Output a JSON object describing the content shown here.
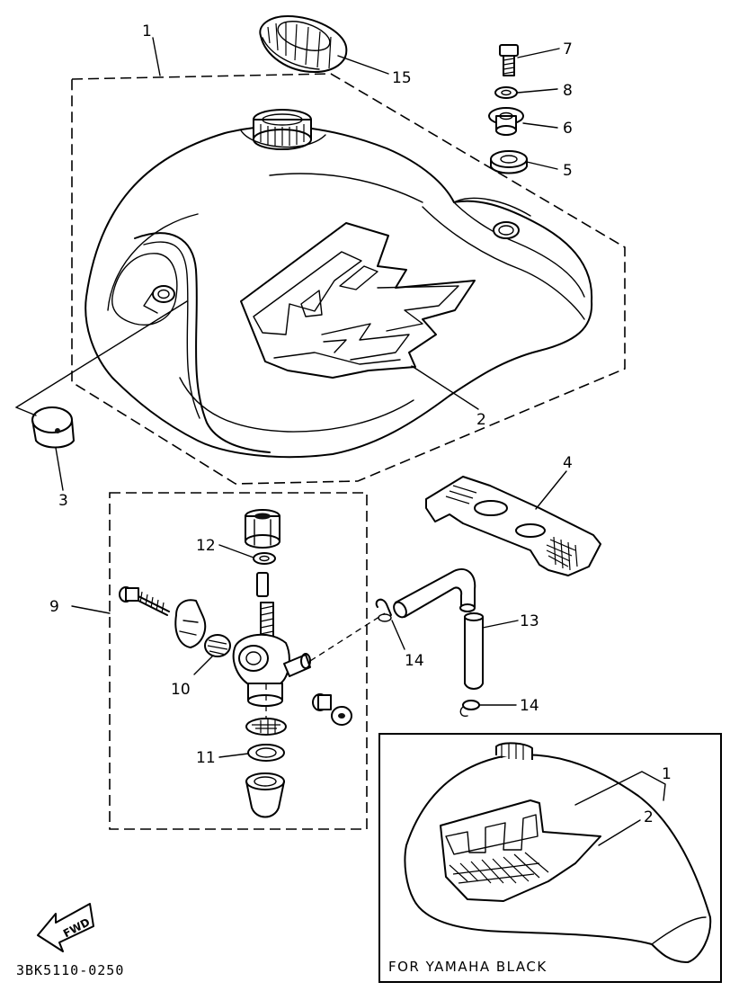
{
  "parts": {
    "p1": "1",
    "p2": "2",
    "p3": "3",
    "p4": "4",
    "p5": "5",
    "p6": "6",
    "p7": "7",
    "p8": "8",
    "p9": "9",
    "p10": "10",
    "p11": "11",
    "p12": "12",
    "p13": "13",
    "p14a": "14",
    "p14b": "14",
    "p15": "15"
  },
  "inset": {
    "caption": "FOR YAMAHA BLACK",
    "p1": "1",
    "p2": "2"
  },
  "footer": {
    "drawing_code": "3BK5110-0250",
    "direction_label": "FWD"
  }
}
